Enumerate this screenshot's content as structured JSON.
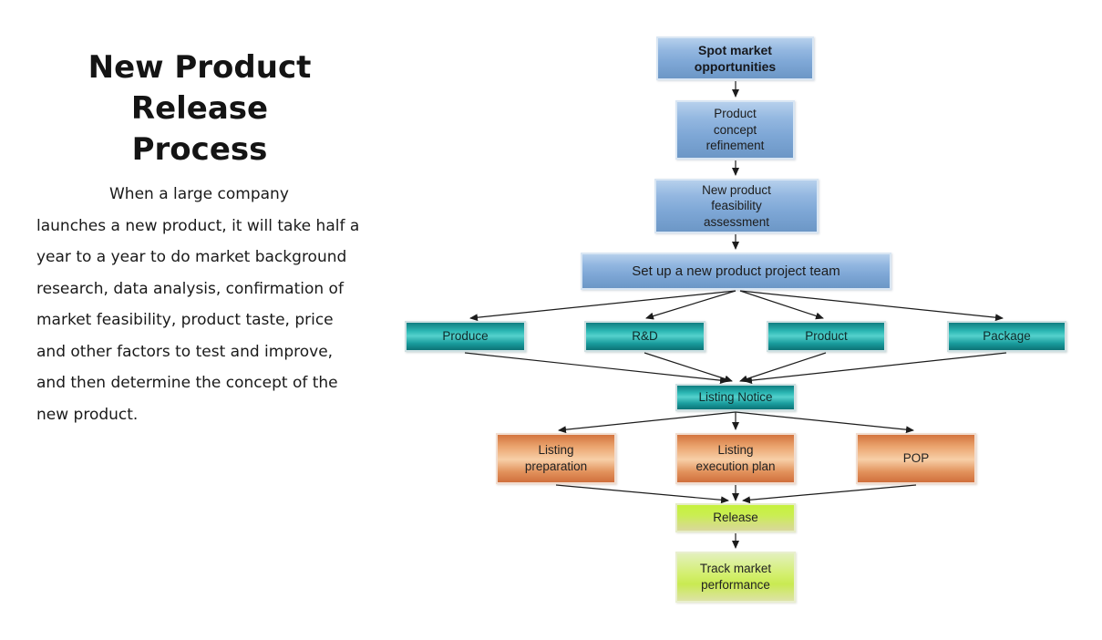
{
  "left_panel": {
    "title_lines": [
      "New Product",
      "Release",
      "Process"
    ],
    "description": "When a large company launches a new product, it will take half a year to a year to do market background research, data analysis, confirmation of market feasibility, product taste, price and other factors to test and improve, and then determine the concept of the new product."
  },
  "flowchart": {
    "nodes": [
      {
        "id": "spot-market-opportunities",
        "lines": [
          "Spot market",
          "opportunities"
        ],
        "fill": "blue",
        "bold": true
      },
      {
        "id": "product-concept-refinement",
        "lines": [
          "Product",
          "concept",
          "refinement"
        ],
        "fill": "blue"
      },
      {
        "id": "new-product-feasibility-assessment",
        "lines": [
          "New product",
          "feasibility",
          "assessment"
        ],
        "fill": "blue"
      },
      {
        "id": "set-up-project-team",
        "lines": [
          "Set up a new product project team"
        ],
        "fill": "blue"
      },
      {
        "id": "produce",
        "lines": [
          "Produce"
        ],
        "fill": "teal"
      },
      {
        "id": "rd",
        "lines": [
          "R&D"
        ],
        "fill": "teal"
      },
      {
        "id": "product",
        "lines": [
          "Product"
        ],
        "fill": "teal"
      },
      {
        "id": "package",
        "lines": [
          "Package"
        ],
        "fill": "teal"
      },
      {
        "id": "listing-notice",
        "lines": [
          "Listing Notice"
        ],
        "fill": "teal"
      },
      {
        "id": "listing-preparation",
        "lines": [
          "Listing",
          "preparation"
        ],
        "fill": "orange"
      },
      {
        "id": "listing-execution-plan",
        "lines": [
          "Listing",
          "execution plan"
        ],
        "fill": "orange"
      },
      {
        "id": "pop",
        "lines": [
          "POP"
        ],
        "fill": "orange"
      },
      {
        "id": "release",
        "lines": [
          "Release"
        ],
        "fill": "green"
      },
      {
        "id": "track-market-performance",
        "lines": [
          "Track market",
          "performance"
        ],
        "fill": "green"
      }
    ],
    "edges": [
      [
        "spot-market-opportunities",
        "product-concept-refinement"
      ],
      [
        "product-concept-refinement",
        "new-product-feasibility-assessment"
      ],
      [
        "new-product-feasibility-assessment",
        "set-up-project-team"
      ],
      [
        "set-up-project-team",
        "produce"
      ],
      [
        "set-up-project-team",
        "rd"
      ],
      [
        "set-up-project-team",
        "product"
      ],
      [
        "set-up-project-team",
        "package"
      ],
      [
        "produce",
        "listing-notice"
      ],
      [
        "rd",
        "listing-notice"
      ],
      [
        "product",
        "listing-notice"
      ],
      [
        "package",
        "listing-notice"
      ],
      [
        "listing-notice",
        "listing-preparation"
      ],
      [
        "listing-notice",
        "listing-execution-plan"
      ],
      [
        "listing-notice",
        "pop"
      ],
      [
        "listing-preparation",
        "release"
      ],
      [
        "listing-execution-plan",
        "release"
      ],
      [
        "pop",
        "release"
      ],
      [
        "release",
        "track-market-performance"
      ]
    ],
    "colors": {
      "box_blue": "#84abd8",
      "box_teal": "#17989a",
      "box_orange": "#e59a65",
      "box_green_bright": "#c8ef49",
      "box_green_pale": "#d9df9f",
      "connector": "#1c1c1c",
      "text": "#1c1c1c",
      "title": "#141414"
    }
  }
}
